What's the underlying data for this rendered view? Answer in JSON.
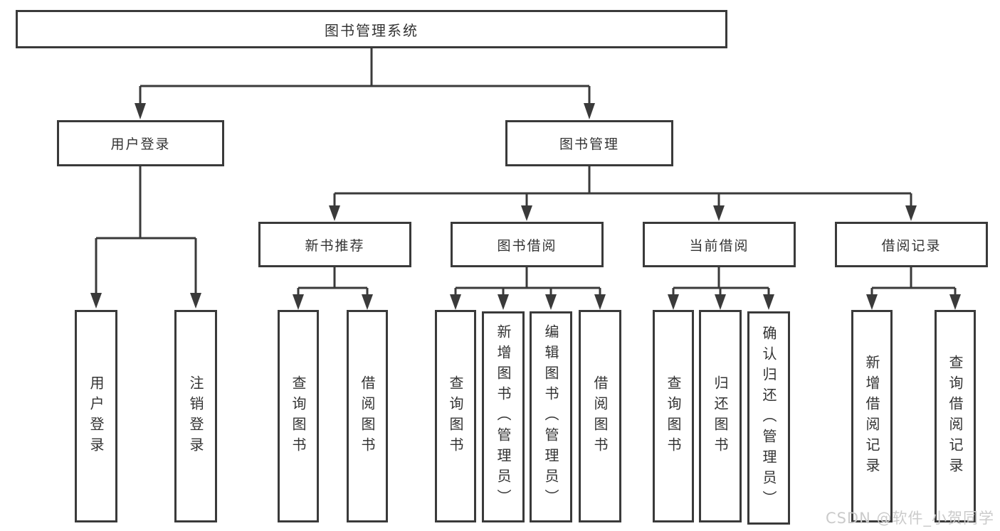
{
  "tree": {
    "label": "图书管理系统",
    "children": [
      {
        "label": "用户登录",
        "children": [
          {
            "label": "用户登录"
          },
          {
            "label": "注销登录"
          }
        ]
      },
      {
        "label": "图书管理",
        "children": [
          {
            "label": "新书推荐",
            "children": [
              {
                "label": "查询图书"
              },
              {
                "label": "借阅图书"
              }
            ]
          },
          {
            "label": "图书借阅",
            "children": [
              {
                "label": "查询图书"
              },
              {
                "label": "新增图书（管理员）"
              },
              {
                "label": "编辑图书（管理员）"
              },
              {
                "label": "借阅图书"
              }
            ]
          },
          {
            "label": "当前借阅",
            "children": [
              {
                "label": "查询图书"
              },
              {
                "label": "归还图书"
              },
              {
                "label": "确认归还（管理员）"
              }
            ]
          },
          {
            "label": "借阅记录",
            "children": [
              {
                "label": "新增借阅记录"
              },
              {
                "label": "查询借阅记录"
              }
            ]
          }
        ]
      }
    ]
  },
  "watermark": "CSDN @软件_小贺同学",
  "colors": {
    "line": "#3a3a3a",
    "box_border": "#3a3a3a",
    "text": "#333333",
    "watermark": "#cbcbcb",
    "background": "#ffffff"
  }
}
